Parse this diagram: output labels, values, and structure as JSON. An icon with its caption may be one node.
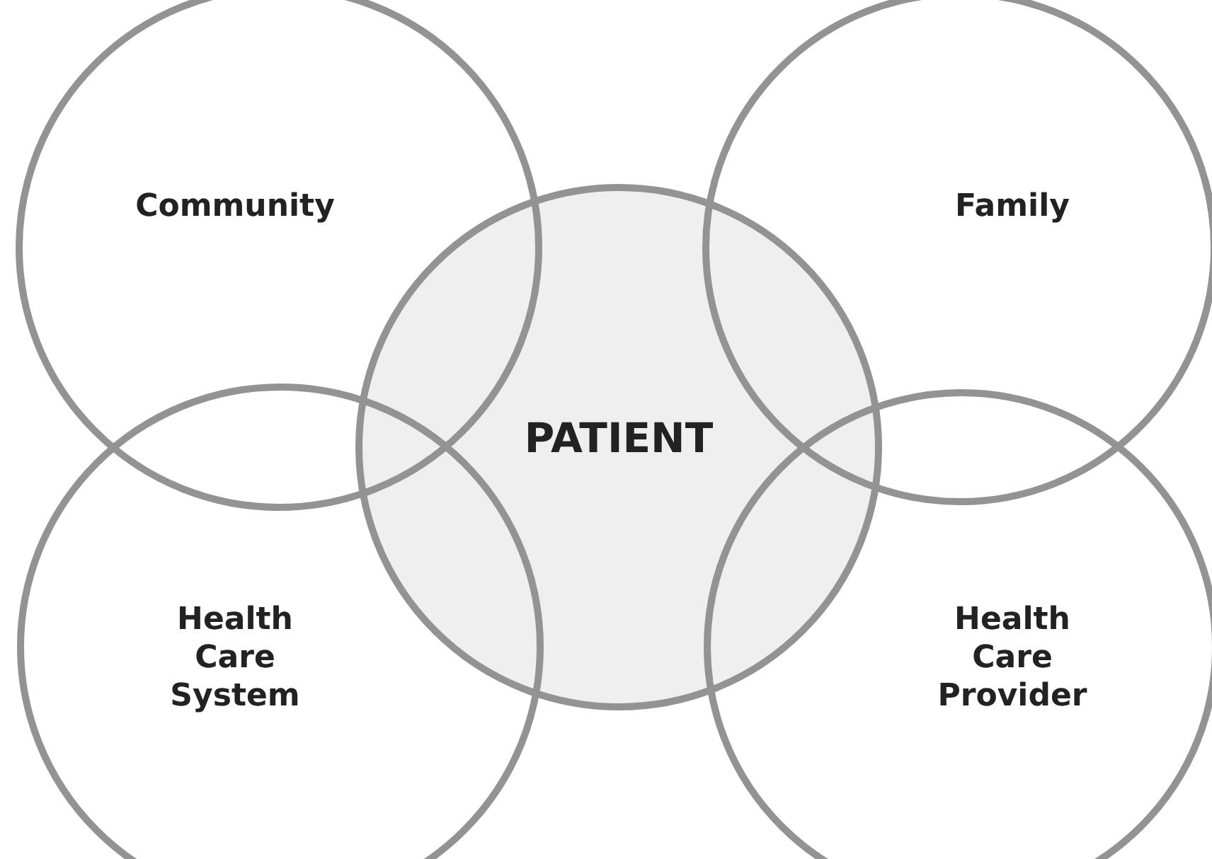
{
  "diagram": {
    "nodes": [
      {
        "text": [
          "Community"
        ]
      },
      {
        "text": [
          "Family"
        ]
      },
      {
        "text": [
          "PATIENT"
        ]
      },
      {
        "text": [
          "Health Care System"
        ]
      },
      {
        "text": [
          "Health Care Provider"
        ]
      }
    ]
  }
}
